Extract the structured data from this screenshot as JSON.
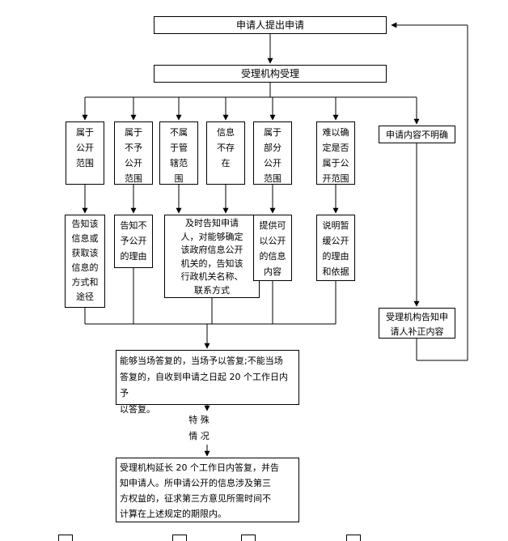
{
  "diagram": {
    "start": "申请人提出申请",
    "accept": "受理机构受理",
    "branches": {
      "public": "属于\n公开\n范围",
      "not_public": "属于\n不予\n公开\n范围",
      "not_jurisdiction": "不属\n于管\n辖范\n围",
      "not_exist": "信息\n不存\n在",
      "partial_public": "属于\n部分\n公开\n范围",
      "hard_to_determine": "难以确\n定是否\n属于公\n开范围",
      "unclear": "申请内容不明确"
    },
    "actions": {
      "inform_way": "告知该\n信息或\n获取该\n信息的\n方式和\n途径",
      "inform_reason": "告知不\n予公开\n的理由",
      "timely_inform": "及时告知申请\n人，对能够确定\n该政府信息公开\n机关的，告知该\n行政机关名称、\n联系方式",
      "provide_public": "提供可\n以公开\n的信息\n内容",
      "explain_postpone": "说明暂\n缓公开\n的理由\n和依据",
      "supplement": "受理机构告知申\n请人补正内容"
    },
    "reply": "能够当场答复的，当场予以答复;不能当场\n答复的，自收到申请之日起 20 个工作日内予\n以答复。",
    "special_label": "特 殊\n情 况",
    "extend": "受理机构延长 20 个工作日内答复，并告\n知申请人。所申请公开的信息涉及第三\n方权益的，征求第三方意见所需时间不\n计算在上述规定的期限内。"
  }
}
